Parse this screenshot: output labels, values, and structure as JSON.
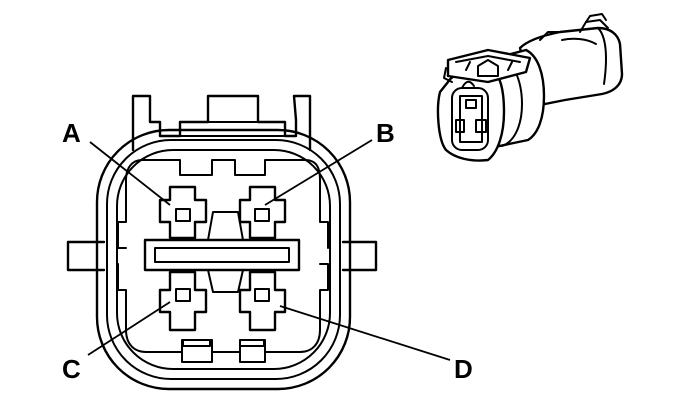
{
  "callouts": [
    {
      "id": "A",
      "label": "A"
    },
    {
      "id": "B",
      "label": "B"
    },
    {
      "id": "C",
      "label": "C"
    },
    {
      "id": "D",
      "label": "D"
    }
  ]
}
